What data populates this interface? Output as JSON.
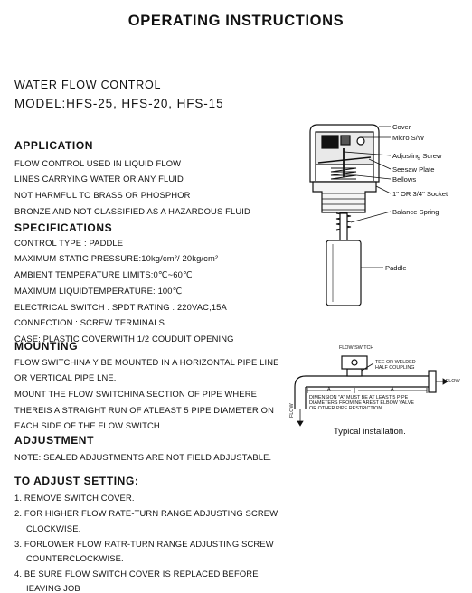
{
  "title": "OPERATING INSTRUCTIONS",
  "subtitle": "WATER FLOW CONTROL",
  "model": "MODEL:HFS-25, HFS-20, HFS-15",
  "application": {
    "heading": "APPLICATION",
    "lines": [
      "FLOW CONTROL USED IN LIQUID FLOW",
      "LINES CARRYING WATER OR ANY FLUID",
      "NOT HARMFUL TO BRASS OR PHOSPHOR",
      "BRONZE AND NOT CLASSIFIED AS A HAZARDOUS FLUID"
    ]
  },
  "specifications": {
    "heading": "SPECIFICATIONS",
    "lines": [
      "CONTROL TYPE : PADDLE",
      "MAXIMUM STATIC PRESSURE:10kg/cm²/ 20kg/cm²",
      "AMBIENT TEMPERATURE LIMITS:0℃~60℃",
      "MAXIMUM LIQUIDTEMPERATURE: 100℃",
      "ELECTRICAL SWITCH : SPDT RATING : 220VAC,15A",
      "CONNECTION : SCREW TERMINALS.",
      "CASE: PLASTIC COVERWITH 1/2 COUDUIT OPENING"
    ]
  },
  "mounting": {
    "heading": "MOUNTING",
    "lines": [
      "FLOW SWITCHINA Y BE MOUNTED IN A HORIZONTAL PIPE LINE",
      "OR VERTICAL PIPE LNE.",
      "MOUNT THE FLOW SWITCHINA SECTION OF PIPE WHERE",
      "THEREIS A STRAIGHT RUN OF ATLEAST 5 PIPE DIAMETER ON",
      "EACH SIDE OF THE FLOW SWITCH."
    ]
  },
  "adjustment": {
    "heading": "ADJUSTMENT",
    "lines": [
      "NOTE: SEALED ADJUSTMENTS ARE NOT FIELD ADJUSTABLE."
    ]
  },
  "to_adjust": {
    "heading": "TO ADJUST SETTING:",
    "lines": [
      "1. REMOVE SWITCH COVER.",
      "2. FOR HIGHER FLOW RATE-TURN RANGE ADJUSTING SCREW",
      "CLOCKWISE.",
      "3. FORLOWER FLOW RATR-TURN RANGE ADJUSTING SCREW",
      "COUNTERCLOCKWISE.",
      "4. BE SURE FLOW SWITCH COVER IS REPLACED BEFORE",
      "IEAVING JOB"
    ]
  },
  "diagram_parts": {
    "cover": "Cover",
    "micro": "Micro S/W",
    "adjusting_screw": "Adjusting Screw",
    "seesaw_plate": "Seesaw Plate",
    "bellows": "Bellows",
    "socket": "1\" OR 3/4\"   Socket",
    "balance_spring": "Balance Spring",
    "paddle": "Paddle"
  },
  "installation": {
    "flow_switch": "FLOW SWITCH",
    "tee_line1": "TEE OR WELDED",
    "tee_line2": "HALF COUPLING",
    "flow_right": "FLOW",
    "flow_down": "FLOW",
    "dim_a": "A",
    "note_line1": "DIMENSION \"A\" MUST BE AT LEAST 5 PIPE",
    "note_line2": "DIAMETERS FROM NE AREST ELBOW VALVE",
    "note_line3": "OR OTHER PIPE RESTRICTION.",
    "caption": "Typical installation."
  },
  "colors": {
    "ink": "#111111",
    "paper": "#ffffff"
  }
}
